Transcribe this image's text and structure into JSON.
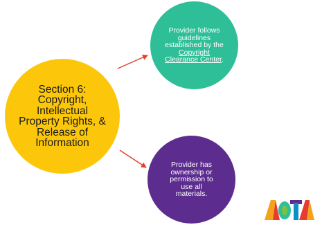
{
  "diagram": {
    "main_node": {
      "text": "Section 6: Copyright, Intellectual Property Rights, & Release of Information",
      "color": "#fcc70a"
    },
    "top_node": {
      "text_before_link": "Provider follows guidelines established by the ",
      "link_text": "Copyright Clearance Center",
      "text_after_link": ".",
      "color": "#2ebf98"
    },
    "bottom_node": {
      "text": "Provider has ownership or permission to use all materials.",
      "color": "#5c2c8f"
    },
    "arrow_color": "#e0402a"
  },
  "logo": {
    "icon": "aota-logo",
    "text": "AOTA",
    "colors": [
      "#f4a21b",
      "#e63b2e",
      "#2ebf98",
      "#7cc242",
      "#5c2c8f",
      "#0a8fc8"
    ]
  }
}
